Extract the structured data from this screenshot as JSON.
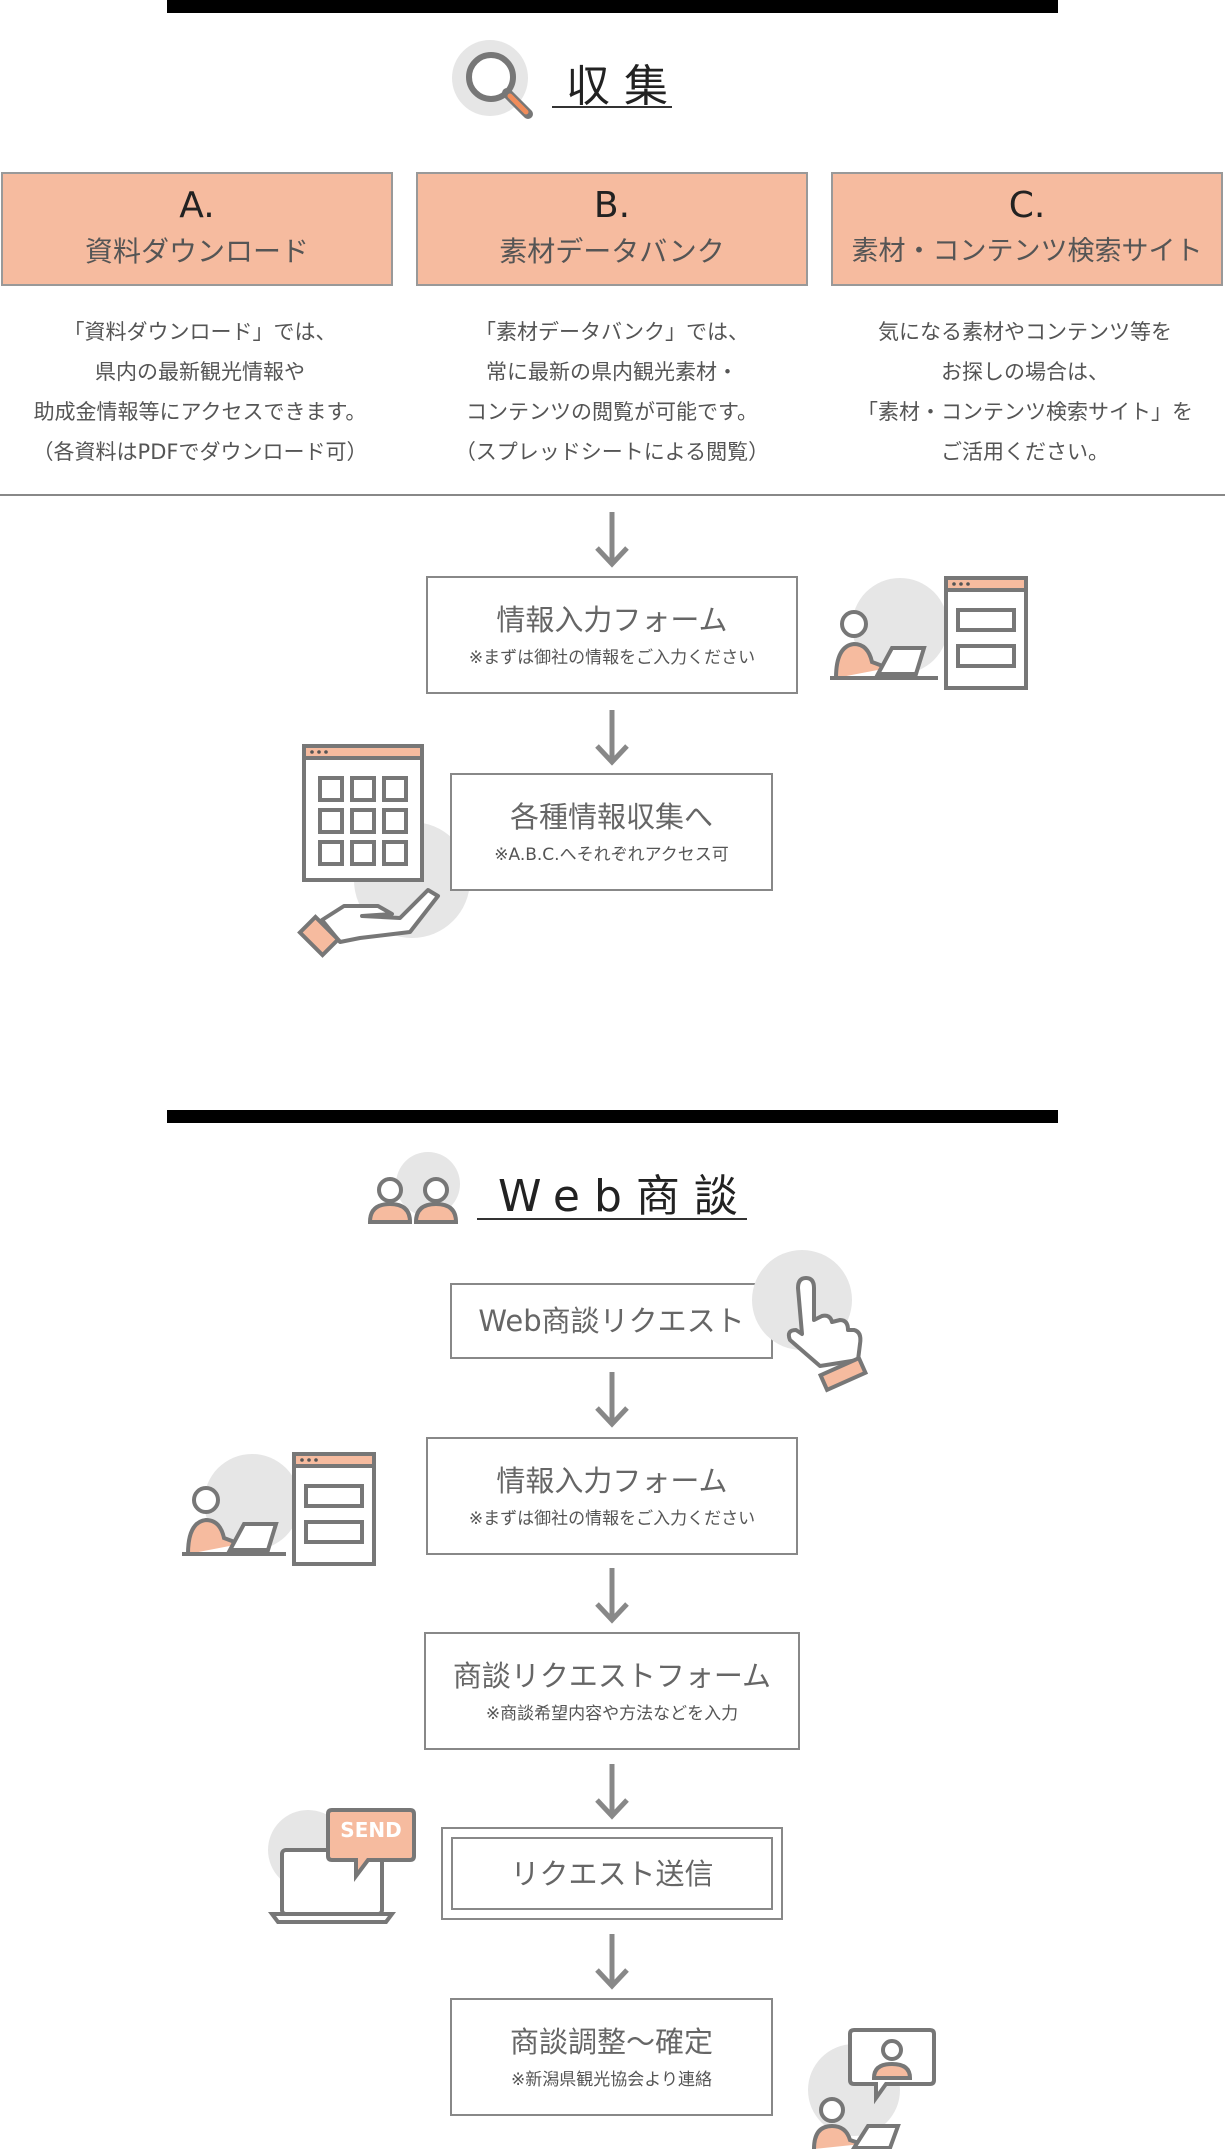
{
  "collection": {
    "title": "収集",
    "cards": [
      {
        "letter": "A.",
        "name": "資料ダウンロード",
        "desc": [
          "「資料ダウンロード」では、",
          "県内の最新観光情報や",
          "助成金情報等にアクセスできます。",
          "（各資料はPDFでダウンロード可）"
        ]
      },
      {
        "letter": "B.",
        "name": "素材データバンク",
        "desc": [
          "「素材データバンク」では、",
          "常に最新の県内観光素材・",
          "コンテンツの閲覧が可能です。",
          "（スプレッドシートによる閲覧）"
        ]
      },
      {
        "letter": "C.",
        "name": "素材・コンテンツ検索サイト",
        "desc": [
          "気になる素材やコンテンツ等を",
          "お探しの場合は、",
          "「素材・コンテンツ検索サイト」を",
          "ご活用ください。"
        ]
      }
    ],
    "steps": [
      {
        "main": "情報入力フォーム",
        "sub": "※まずは御社の情報をご入力ください"
      },
      {
        "main": "各種情報収集へ",
        "sub": "※A.B.C.へそれぞれアクセス可"
      }
    ]
  },
  "web": {
    "title": "Web商談",
    "steps": [
      {
        "main": "Web商談リクエスト"
      },
      {
        "main": "情報入力フォーム",
        "sub": "※まずは御社の情報をご入力ください"
      },
      {
        "main": "商談リクエストフォーム",
        "sub": "※商談希望内容や方法などを入力"
      },
      {
        "main": "リクエスト送信"
      },
      {
        "main": "商談調整～確定",
        "sub": "※新潟県観光協会より連絡"
      }
    ],
    "send_label": "SEND"
  },
  "icons": {
    "collection": "search-icon",
    "web": "users-icon",
    "arrow": "arrow-down-icon",
    "form": "person-form-icon",
    "grid": "hand-grid-icon",
    "click": "pointer-hand-icon",
    "send": "laptop-send-icon",
    "meeting": "video-meeting-icon"
  },
  "colors": {
    "accent": "#f6bb9f",
    "accent_dark": "#f08c5a",
    "gray": "#888888",
    "circle": "#e6e6e6",
    "bar": "#000000"
  }
}
